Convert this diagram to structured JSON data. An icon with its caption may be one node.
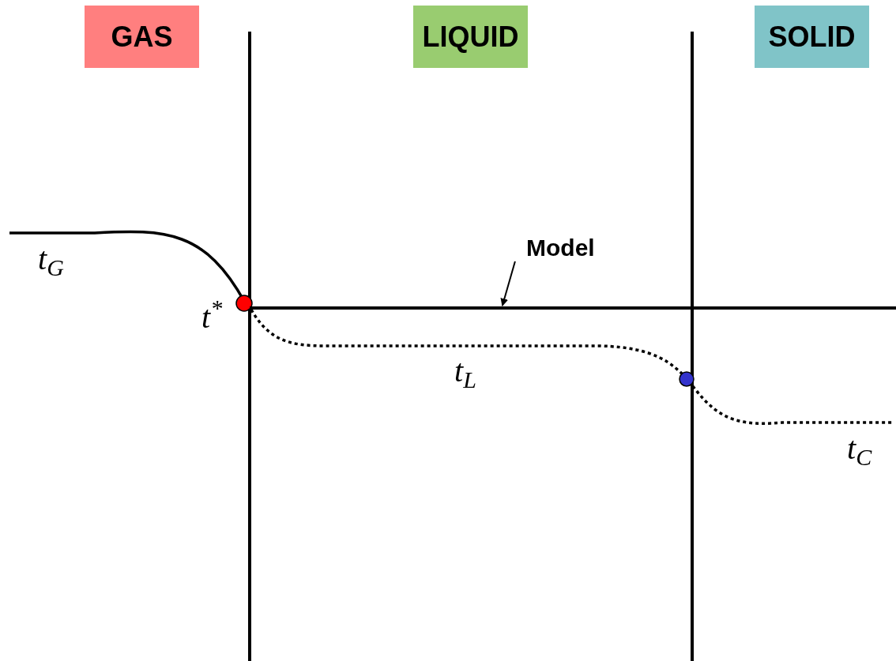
{
  "diagram": {
    "nodes": [
      {
        "text": [
          "GAS"
        ]
      },
      {
        "text": [
          "LIQUID"
        ]
      },
      {
        "text": [
          "SOLID"
        ]
      },
      {
        "text": [
          "Model"
        ]
      },
      {
        "text": [],
        "shape": "line"
      }
    ],
    "edges": [
      {
        "from": 3,
        "to": 4,
        "arrow": "to"
      }
    ],
    "labels": [
      "t$_{G}$",
      "t$^{*}$",
      "t$_{L}$",
      "t$_{C}$"
    ]
  }
}
